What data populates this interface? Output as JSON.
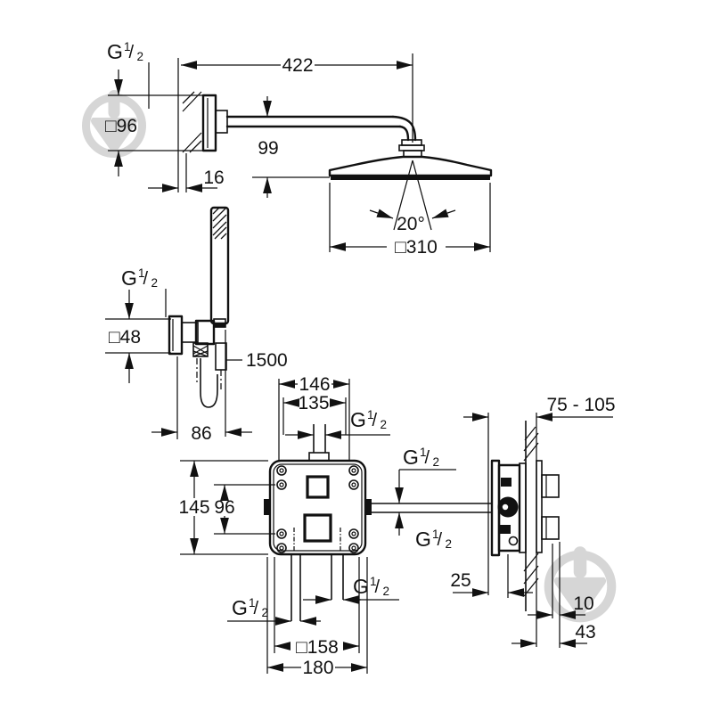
{
  "dims": {
    "arm_length": "422",
    "drop_height": "99",
    "flange_thickness": "16",
    "wall_flange_size": "□96",
    "spray_angle": "20°",
    "head_size": "□310",
    "holder_flange_size": "□48",
    "hose_length": "1500",
    "holder_offset": "86",
    "rough_width": "146",
    "inner_width": "135",
    "rough_height": "145",
    "screw_spacing": "96",
    "install_depth": "75 - 105",
    "rear_clearance": "25",
    "trim_gap": "10",
    "trim_depth": "43",
    "plate_size": "□158",
    "box_size": "180"
  },
  "thread": {
    "g": "G",
    "sup": "1",
    "slash": "/",
    "sub": "2"
  },
  "colors": {
    "line": "#111111",
    "background": "#ffffff",
    "watermark": "#d6d6d6"
  }
}
